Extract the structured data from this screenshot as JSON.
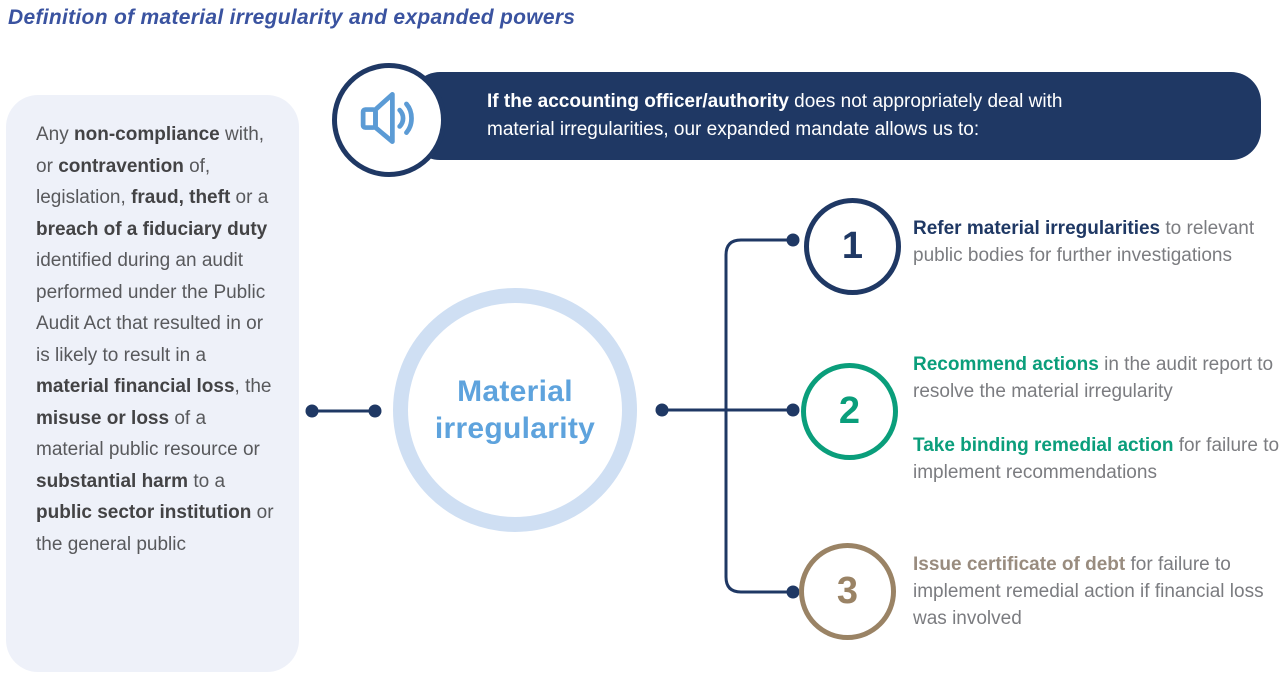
{
  "page": {
    "title": "Definition of material irregularity and expanded powers"
  },
  "colors": {
    "navy": "#1f3864",
    "teal": "#0a9e7b",
    "tan": "#9a8365",
    "taupe_text": "#998c7f",
    "light_blue_icon": "#5b9bd5",
    "pale_blue_ring": "#cfdff3",
    "center_label_blue": "#5ea3dd",
    "panel_background": "#eef1f9",
    "title_blue": "#3a53a0",
    "body_gray": "#7b7c80",
    "panel_text_gray": "#58595c"
  },
  "definition_panel": {
    "segments": [
      {
        "t": "Any "
      },
      {
        "t": "non-compliance",
        "b": true
      },
      {
        "t": " with, or "
      },
      {
        "t": "contravention",
        "b": true
      },
      {
        "t": " of, legislation, "
      },
      {
        "t": "fraud, theft",
        "b": true
      },
      {
        "t": " or a "
      },
      {
        "t": "breach of a fiduciary duty",
        "b": true
      },
      {
        "t": " identified during an audit performed under the Public Audit Act that resulted in or is likely to result in a "
      },
      {
        "t": "material financial loss",
        "b": true
      },
      {
        "t": ", the "
      },
      {
        "t": "misuse or loss",
        "b": true
      },
      {
        "t": " of a material public resource or "
      },
      {
        "t": "substantial harm",
        "b": true
      },
      {
        "t": " to a "
      },
      {
        "t": "public sector institution",
        "b": true
      },
      {
        "t": " or the general public"
      }
    ]
  },
  "banner": {
    "icon": "speaker-icon",
    "line1": [
      {
        "t": "If the accounting officer/authority",
        "b": true
      },
      {
        "t": " does not appropriately deal with"
      }
    ],
    "line2": [
      {
        "t": "material irregularities, our expanded mandate allows us to:"
      }
    ]
  },
  "center": {
    "label": "Material irregularity"
  },
  "items": [
    {
      "number": "1",
      "accent": "#1f3864",
      "paragraphs": [
        [
          {
            "t": "Refer material irregularities",
            "b": true
          },
          {
            "t": " to relevant public bodies for further investigations"
          }
        ]
      ]
    },
    {
      "number": "2",
      "accent": "#0a9e7b",
      "paragraphs": [
        [
          {
            "t": "Recommend actions",
            "b": true
          },
          {
            "t": " in the audit report to resolve the material irregularity"
          }
        ],
        [
          {
            "t": "Take binding remedial action",
            "b": true
          },
          {
            "t": " for failure to implement recommendations"
          }
        ]
      ]
    },
    {
      "number": "3",
      "accent": "#9a8365",
      "paragraphs": [
        [
          {
            "t": "Issue certificate of debt",
            "b": true
          },
          {
            "t": " for failure to implement remedial action if financial loss was involved"
          }
        ]
      ]
    }
  ]
}
